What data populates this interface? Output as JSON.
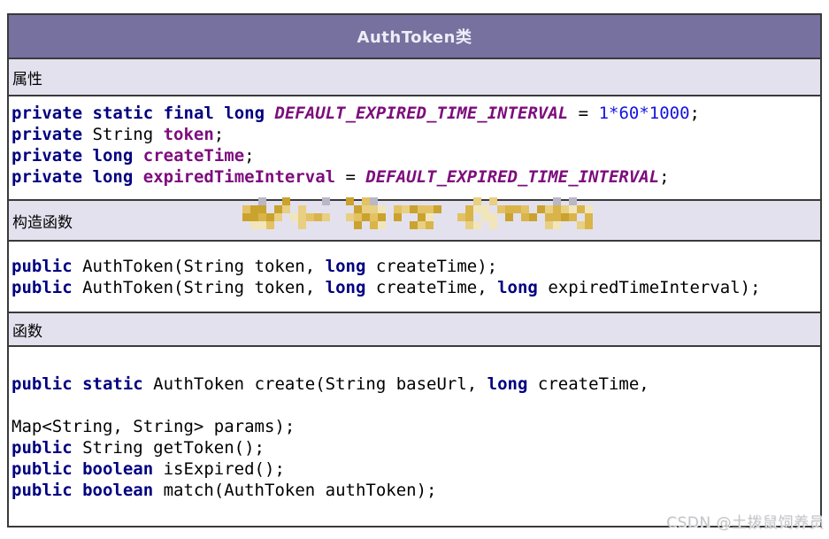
{
  "palette": {
    "header_bg": "#76719f",
    "header_text": "#eeecf6",
    "section_bg": "#e4e1ee",
    "border": "#3a3a3a",
    "keyword": "#000080",
    "identifier": "#7d0c7d",
    "number": "#1414e0",
    "code_text": "#000000",
    "watermark_gray": "#c6c5c9",
    "mosaic_gold": "#d9b44a"
  },
  "header": {
    "title": "AuthToken类"
  },
  "sections": {
    "attributes": {
      "label": "属性"
    },
    "constructors": {
      "label": "构造函数"
    },
    "methods": {
      "label": "函数"
    }
  },
  "code": {
    "attributes": [
      [
        {
          "t": "private",
          "c": "kw"
        },
        {
          "t": " ",
          "c": "plain"
        },
        {
          "t": "static",
          "c": "kw"
        },
        {
          "t": " ",
          "c": "plain"
        },
        {
          "t": "final",
          "c": "kw"
        },
        {
          "t": " ",
          "c": "plain"
        },
        {
          "t": "long",
          "c": "kw"
        },
        {
          "t": " ",
          "c": "plain"
        },
        {
          "t": "DEFAULT_EXPIRED_TIME_INTERVAL",
          "c": "const"
        },
        {
          "t": " = ",
          "c": "plain"
        },
        {
          "t": "1*60*1000",
          "c": "num"
        },
        {
          "t": ";",
          "c": "plain"
        }
      ],
      [
        {
          "t": "private",
          "c": "kw"
        },
        {
          "t": " String ",
          "c": "plain"
        },
        {
          "t": "token",
          "c": "id"
        },
        {
          "t": ";",
          "c": "plain"
        }
      ],
      [
        {
          "t": "private",
          "c": "kw"
        },
        {
          "t": " ",
          "c": "plain"
        },
        {
          "t": "long",
          "c": "kw"
        },
        {
          "t": " ",
          "c": "plain"
        },
        {
          "t": "createTime",
          "c": "id"
        },
        {
          "t": ";",
          "c": "plain"
        }
      ],
      [
        {
          "t": "private",
          "c": "kw"
        },
        {
          "t": " ",
          "c": "plain"
        },
        {
          "t": "long",
          "c": "kw"
        },
        {
          "t": " ",
          "c": "plain"
        },
        {
          "t": "expiredTimeInterval",
          "c": "id"
        },
        {
          "t": " = ",
          "c": "plain"
        },
        {
          "t": "DEFAULT_EXPIRED_TIME_INTERVAL",
          "c": "const"
        },
        {
          "t": ";",
          "c": "plain"
        }
      ]
    ],
    "constructors": [
      [
        {
          "t": "public",
          "c": "kw"
        },
        {
          "t": " AuthToken(String token, ",
          "c": "plain"
        },
        {
          "t": "long",
          "c": "kw"
        },
        {
          "t": " createTime);",
          "c": "plain"
        }
      ],
      [
        {
          "t": "public",
          "c": "kw"
        },
        {
          "t": " AuthToken(String token, ",
          "c": "plain"
        },
        {
          "t": "long",
          "c": "kw"
        },
        {
          "t": " createTime, ",
          "c": "plain"
        },
        {
          "t": "long",
          "c": "kw"
        },
        {
          "t": " expiredTimeInterval);",
          "c": "plain"
        }
      ]
    ],
    "methods": [
      [
        {
          "t": "public",
          "c": "kw"
        },
        {
          "t": " ",
          "c": "plain"
        },
        {
          "t": "static",
          "c": "kw"
        },
        {
          "t": " AuthToken create(String baseUrl, ",
          "c": "plain"
        },
        {
          "t": "long",
          "c": "kw"
        },
        {
          "t": " createTime,",
          "c": "plain"
        }
      ],
      [],
      [
        {
          "t": "Map<String, String> params);",
          "c": "plain"
        }
      ],
      [
        {
          "t": "public",
          "c": "kw"
        },
        {
          "t": " String getToken();",
          "c": "plain"
        }
      ],
      [
        {
          "t": "public",
          "c": "kw"
        },
        {
          "t": " ",
          "c": "plain"
        },
        {
          "t": "boolean",
          "c": "kw"
        },
        {
          "t": " isExpired();",
          "c": "plain"
        }
      ],
      [
        {
          "t": "public",
          "c": "kw"
        },
        {
          "t": " ",
          "c": "plain"
        },
        {
          "t": "boolean",
          "c": "kw"
        },
        {
          "t": " match(AuthToken authToken);",
          "c": "plain"
        }
      ]
    ]
  },
  "footer_watermark": "CSDN @土拨鼠饲养员"
}
